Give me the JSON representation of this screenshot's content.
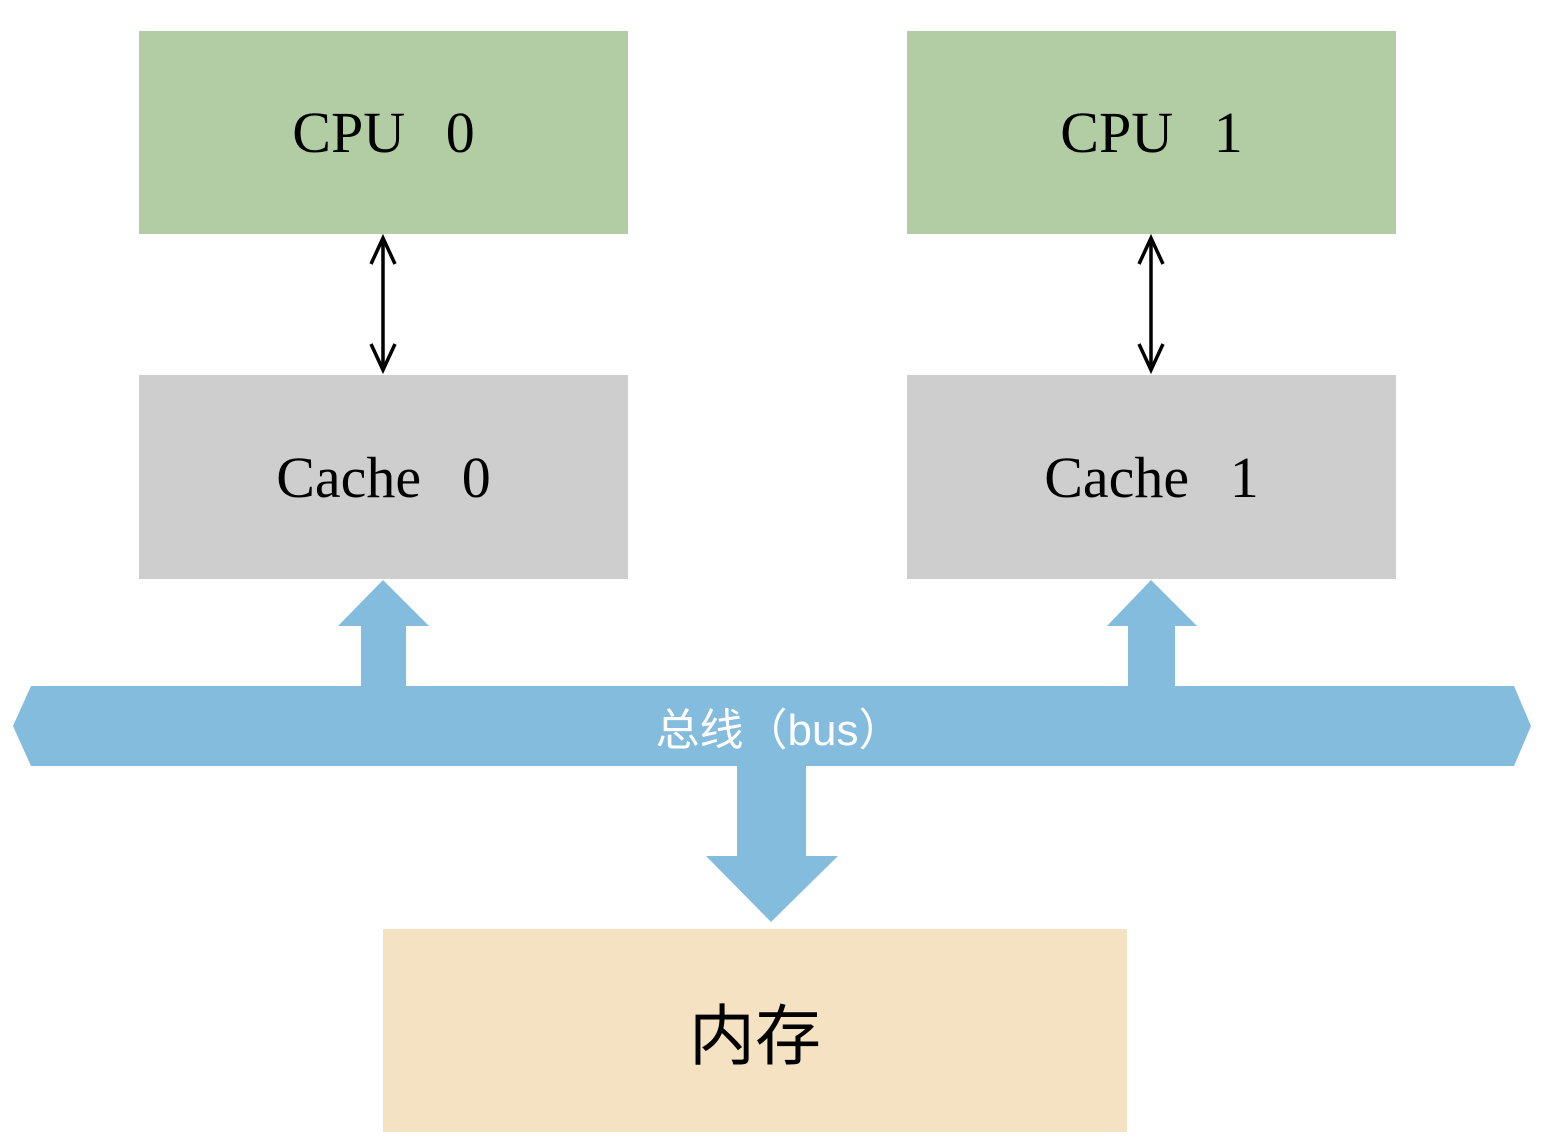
{
  "diagram": {
    "title": "dual-cpu-cache-bus-memory-architecture",
    "nodes": {
      "cpu0": {
        "label": "CPU 0"
      },
      "cpu1": {
        "label": "CPU 1"
      },
      "cache0": {
        "label": "Cache 0"
      },
      "cache1": {
        "label": "Cache 1"
      },
      "memory": {
        "label": "内存"
      }
    },
    "bus": {
      "label": "总线（bus）"
    },
    "connections": [
      {
        "from": "CPU 0",
        "to": "Cache 0",
        "style": "thin-double-arrow"
      },
      {
        "from": "CPU 1",
        "to": "Cache 1",
        "style": "thin-double-arrow"
      },
      {
        "from": "总线（bus）",
        "to": "Cache 0",
        "style": "block-arrow-up"
      },
      {
        "from": "总线（bus）",
        "to": "Cache 1",
        "style": "block-arrow-up"
      },
      {
        "from": "总线（bus）",
        "to": "内存",
        "style": "block-arrow-down"
      }
    ],
    "colors": {
      "cpu_fill": "#b2cda3",
      "cache_fill": "#cecece",
      "memory_fill": "#f5e2c3",
      "bus_fill": "#84bcdd",
      "bus_label_color": "#ffffff",
      "thin_arrow_stroke": "#000000",
      "background": "#ffffff"
    }
  }
}
